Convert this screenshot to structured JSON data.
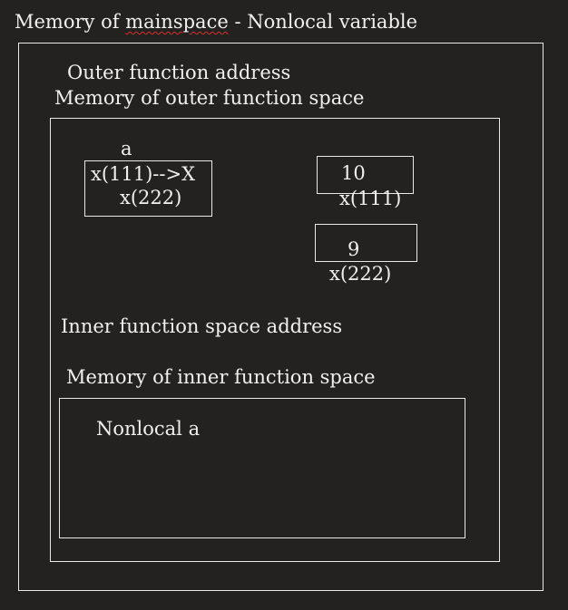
{
  "title": {
    "prefix": "Memory of ",
    "misspelled": "mainspace",
    "suffix": " - Nonlocal variable"
  },
  "outer": {
    "address_label": "Outer function address",
    "memory_label": "Memory of outer function space",
    "variable_name": "a",
    "variable_line1": "x(111)-->X",
    "variable_line2": "x(222)",
    "object1_value": "10",
    "object1_address": "x(111)",
    "object2_value": "9",
    "object2_address": "x(222)"
  },
  "inner": {
    "address_label": "Inner function space address",
    "memory_label": "Memory of inner function space",
    "statement": "Nonlocal a"
  },
  "colors": {
    "background": "#232221",
    "stroke": "#e8e8e8",
    "text": "#f0f0f0",
    "spellcheck": "#d9302a"
  }
}
